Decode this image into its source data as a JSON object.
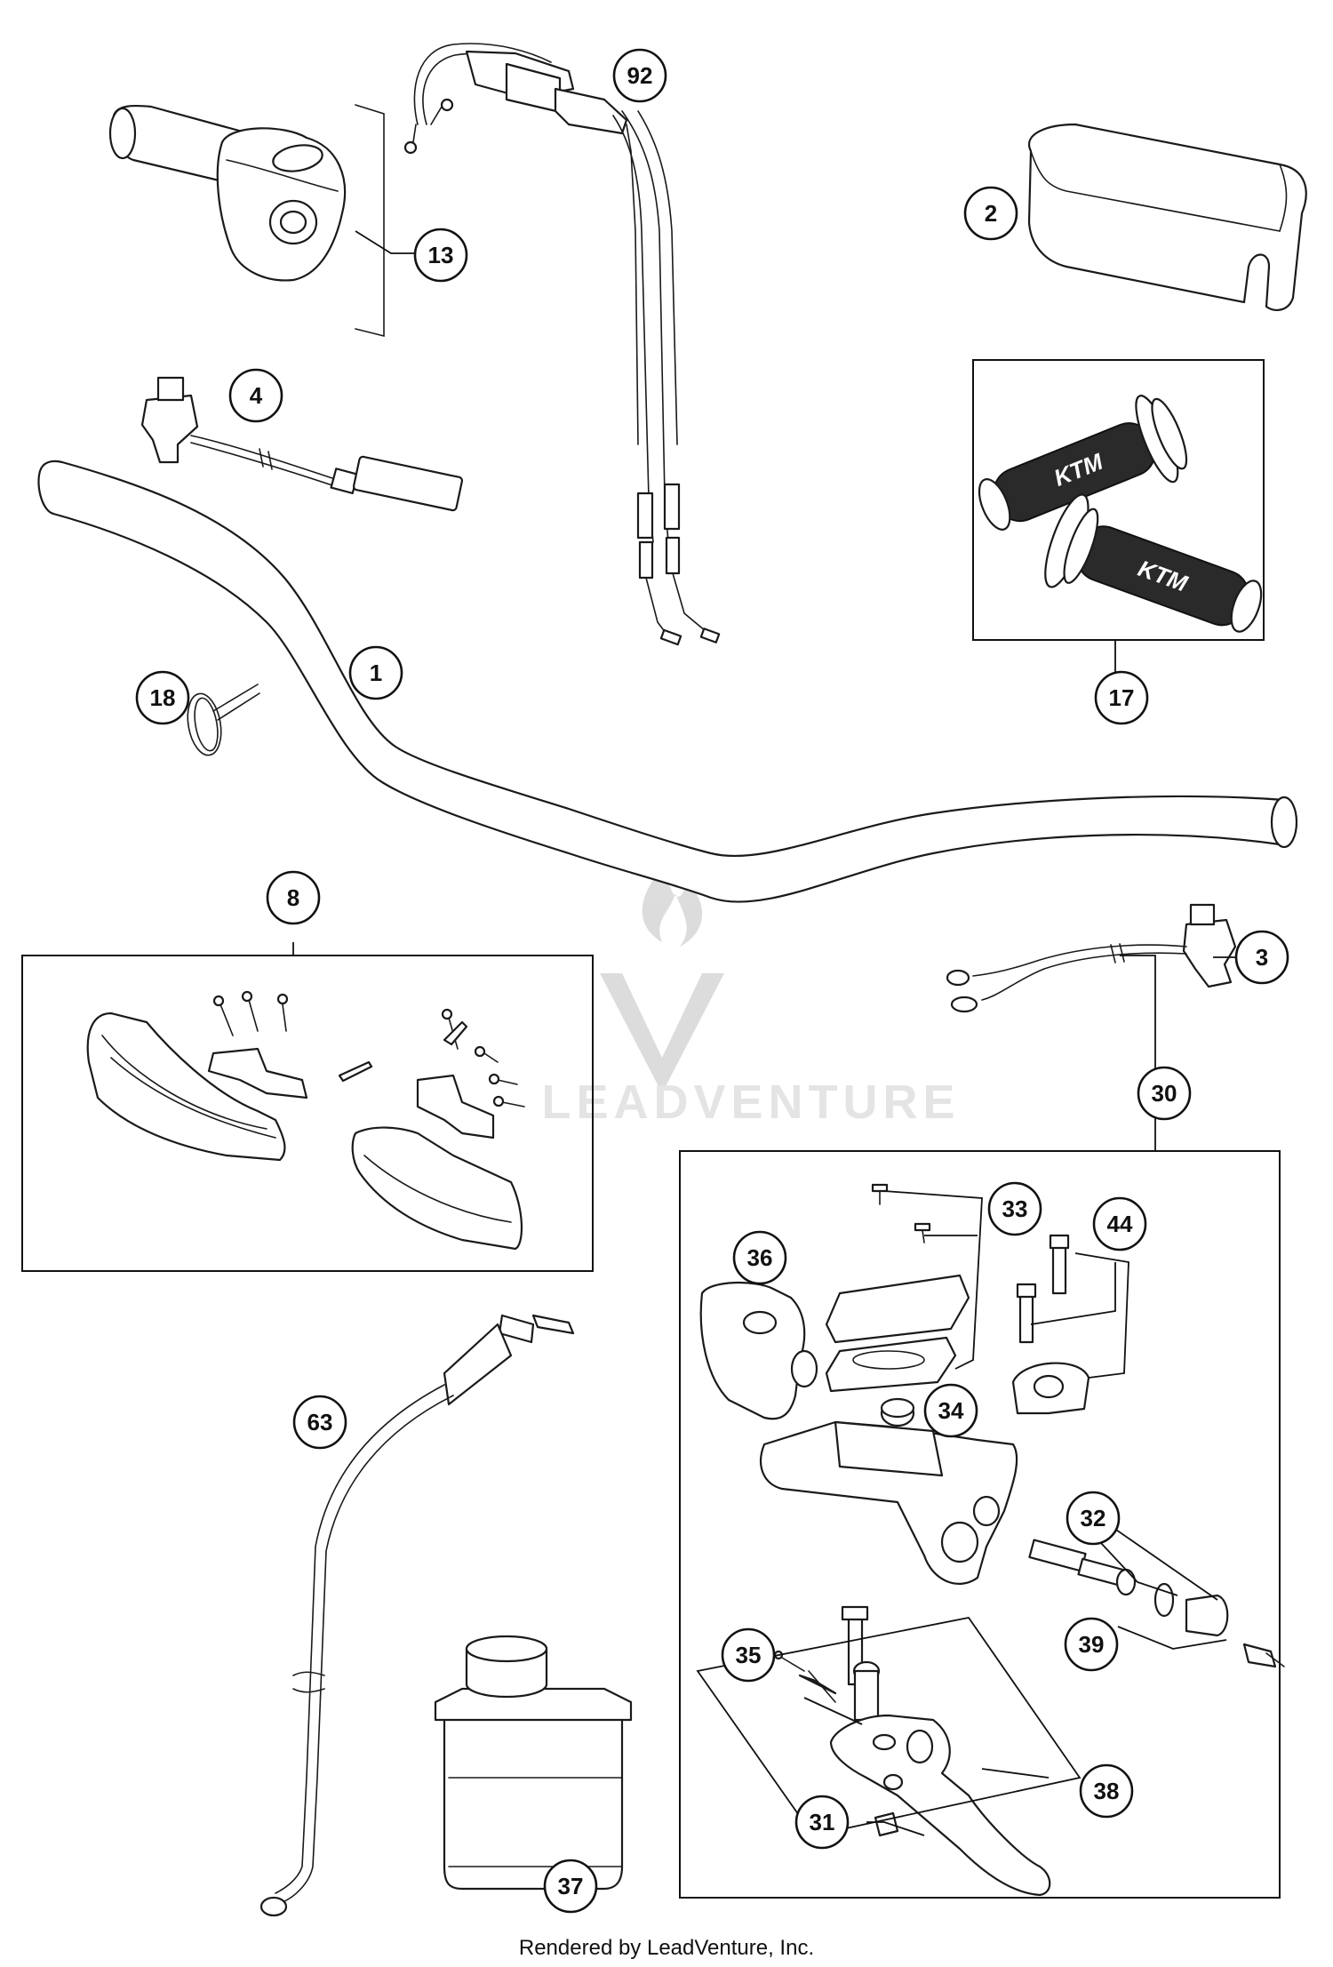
{
  "callouts": [
    {
      "id": "p1",
      "label": "1"
    },
    {
      "id": "p2",
      "label": "2"
    },
    {
      "id": "p3",
      "label": "3"
    },
    {
      "id": "p4",
      "label": "4"
    },
    {
      "id": "p8",
      "label": "8"
    },
    {
      "id": "p13",
      "label": "13"
    },
    {
      "id": "p17",
      "label": "17"
    },
    {
      "id": "p18",
      "label": "18"
    },
    {
      "id": "p30",
      "label": "30"
    },
    {
      "id": "p31",
      "label": "31"
    },
    {
      "id": "p32",
      "label": "32"
    },
    {
      "id": "p33",
      "label": "33"
    },
    {
      "id": "p34",
      "label": "34"
    },
    {
      "id": "p35",
      "label": "35"
    },
    {
      "id": "p36",
      "label": "36"
    },
    {
      "id": "p37",
      "label": "37"
    },
    {
      "id": "p38",
      "label": "38"
    },
    {
      "id": "p39",
      "label": "39"
    },
    {
      "id": "p44",
      "label": "44"
    },
    {
      "id": "p63",
      "label": "63"
    },
    {
      "id": "p92",
      "label": "92"
    }
  ],
  "grip_logo": "KTM",
  "watermark": "LEADVENTURE",
  "credit": "Rendered by LeadVenture, Inc."
}
